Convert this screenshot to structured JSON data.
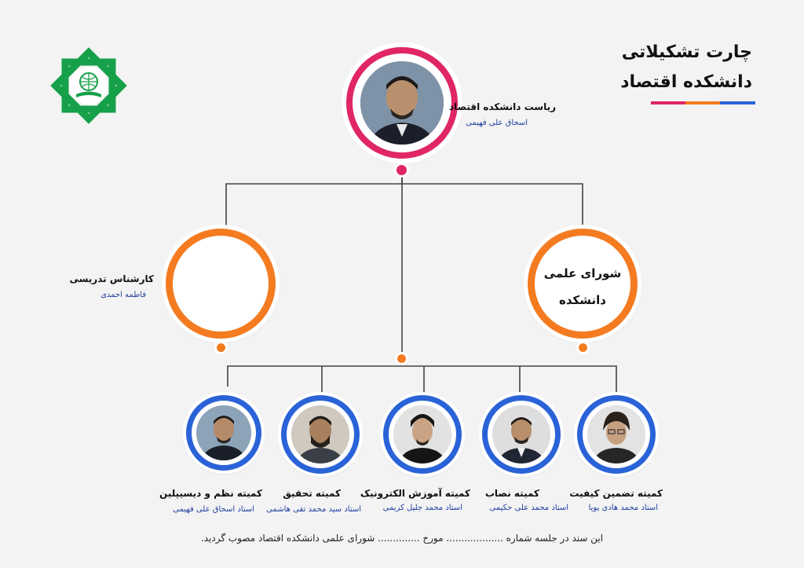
{
  "title": {
    "line1": "چارت تشکیلاتی",
    "line2": "دانشکده اقتصاد"
  },
  "colors": {
    "accent_red": "#e02763",
    "accent_orange": "#f47b20",
    "accent_blue": "#2a63d8",
    "line": "#444444",
    "logo_green": "#16a04a"
  },
  "head": {
    "role": "ریاست دانشکده اقتصاد",
    "person": "اسحاق علی فهیمی"
  },
  "expert": {
    "role": "کارشناس تدریسی",
    "person": "فاطمه احمدی"
  },
  "council": {
    "line1": "شورای علمی",
    "line2": "دانشکده"
  },
  "committees": [
    {
      "role": "کمیته تضمین کیفیت",
      "person": "استاد محمد هادی پویا"
    },
    {
      "role": "کمیته نصاب",
      "person": "استاد محمد علی حکیمی"
    },
    {
      "role": "کمیته آموزش الکترونیک",
      "person": "استاد محمد جلیل کریمی"
    },
    {
      "role": "کمیته تحقیق",
      "person": "استاد سید محمد تقی هاشمی"
    },
    {
      "role": "کمیته نظم و دیسیپلین",
      "person": "استاد اسحاق علی فهیمی"
    }
  ],
  "footer": "این سند در جلسه  شماره ...................  مورخ ..............   شورای علمی دانشکده اقتصاد مصوب گردید."
}
